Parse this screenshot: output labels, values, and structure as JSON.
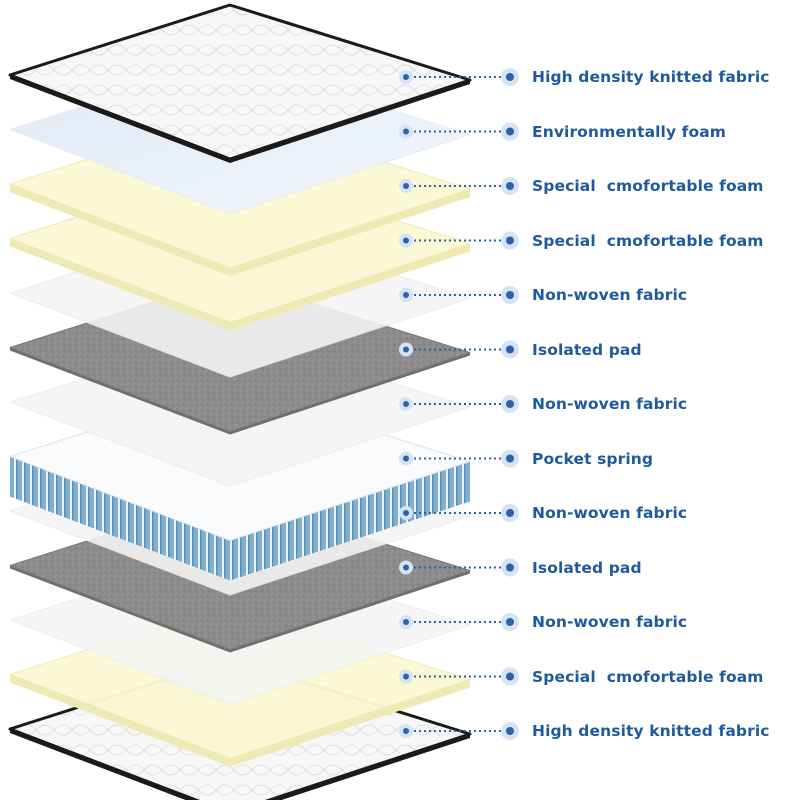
{
  "diagram": {
    "colors": {
      "label_text": "#1f5a9c",
      "leader_dot": "#2a63a8",
      "leader_ring": "#d7e3f2",
      "knitted_fabric": "#f6f6f6",
      "knitted_border": "#1a1a1a",
      "environmental_foam": "#e8f0fa",
      "comfortable_foam": "#fbf8d4",
      "comfortable_foam_edge": "#efe9b4",
      "non_woven_fabric": "#f4f4f4",
      "isolated_pad": "#8a8a8a",
      "pocket_spring": "#6fa3c8"
    },
    "layers": [
      {
        "label": "High density knitted fabric",
        "material": "knitted"
      },
      {
        "label": "Environmentally foam",
        "material": "env-foam"
      },
      {
        "label": "Special  cmofortable foam",
        "material": "comfort-foam"
      },
      {
        "label": "Special  cmofortable foam",
        "material": "comfort-foam"
      },
      {
        "label": "Non-woven fabric",
        "material": "non-woven"
      },
      {
        "label": "Isolated pad",
        "material": "isolated-pad"
      },
      {
        "label": "Non-woven fabric",
        "material": "non-woven"
      },
      {
        "label": "Pocket spring",
        "material": "pocket-spring"
      },
      {
        "label": "Non-woven fabric",
        "material": "non-woven"
      },
      {
        "label": "Isolated pad",
        "material": "isolated-pad"
      },
      {
        "label": "Non-woven fabric",
        "material": "non-woven"
      },
      {
        "label": "Special  cmofortable foam",
        "material": "comfort-foam"
      },
      {
        "label": "High density knitted fabric",
        "material": "knitted"
      }
    ]
  }
}
